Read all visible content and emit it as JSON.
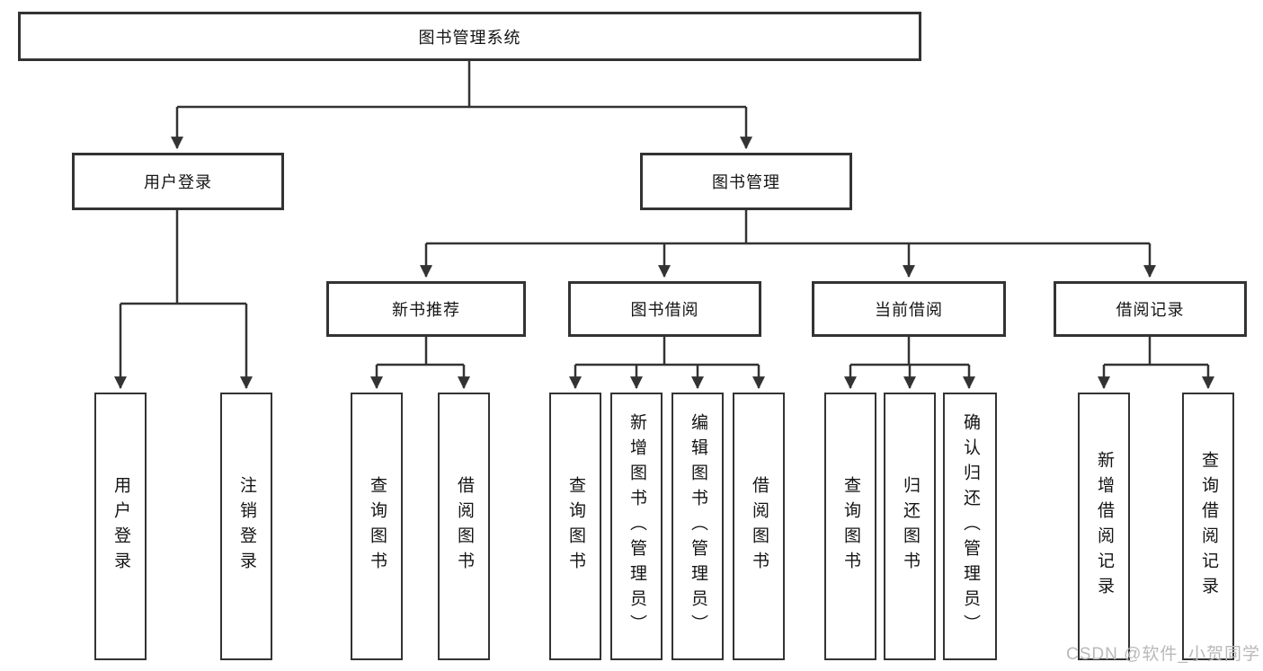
{
  "diagram_type": "hierarchy-tree",
  "colors": {
    "line": "#333333",
    "box_border": "#333333",
    "text": "#141414",
    "watermark": "#b9b9b9",
    "background": "#ffffff"
  },
  "tree": {
    "label": "图书管理系统",
    "children": [
      {
        "label": "用户登录",
        "children": [
          {
            "label": "用户登录"
          },
          {
            "label": "注销登录"
          }
        ]
      },
      {
        "label": "图书管理",
        "children": [
          {
            "label": "新书推荐",
            "children": [
              {
                "label": "查询图书"
              },
              {
                "label": "借阅图书"
              }
            ]
          },
          {
            "label": "图书借阅",
            "children": [
              {
                "label": "查询图书"
              },
              {
                "label": "新增图书（管理员）"
              },
              {
                "label": "编辑图书（管理员）"
              },
              {
                "label": "借阅图书"
              }
            ]
          },
          {
            "label": "当前借阅",
            "children": [
              {
                "label": "查询图书"
              },
              {
                "label": "归还图书"
              },
              {
                "label": "确认归还（管理员）"
              }
            ]
          },
          {
            "label": "借阅记录",
            "children": [
              {
                "label": "新增借阅记录"
              },
              {
                "label": "查询借阅记录"
              }
            ]
          }
        ]
      }
    ]
  },
  "watermark": "CSDN @软件_小贺同学"
}
